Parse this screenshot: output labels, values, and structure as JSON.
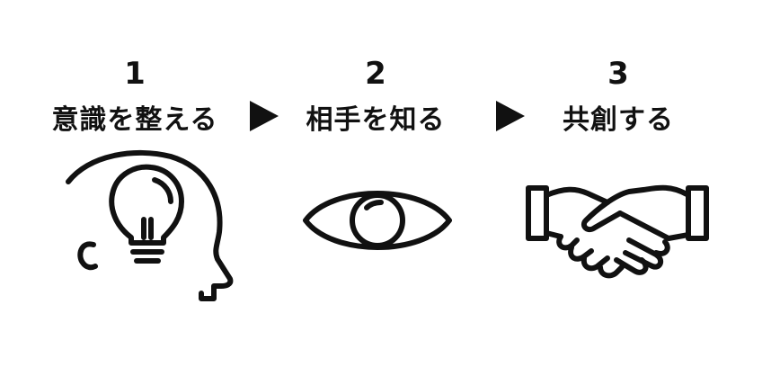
{
  "steps": [
    {
      "number": "1",
      "label": "意識を整える",
      "icon": "head-lightbulb-icon"
    },
    {
      "number": "2",
      "label": "相手を知る",
      "icon": "eye-icon"
    },
    {
      "number": "3",
      "label": "共創する",
      "icon": "handshake-icon"
    }
  ],
  "arrow_icon": "triangle-right-icon",
  "colors": {
    "ink": "#111111",
    "background": "#ffffff"
  }
}
